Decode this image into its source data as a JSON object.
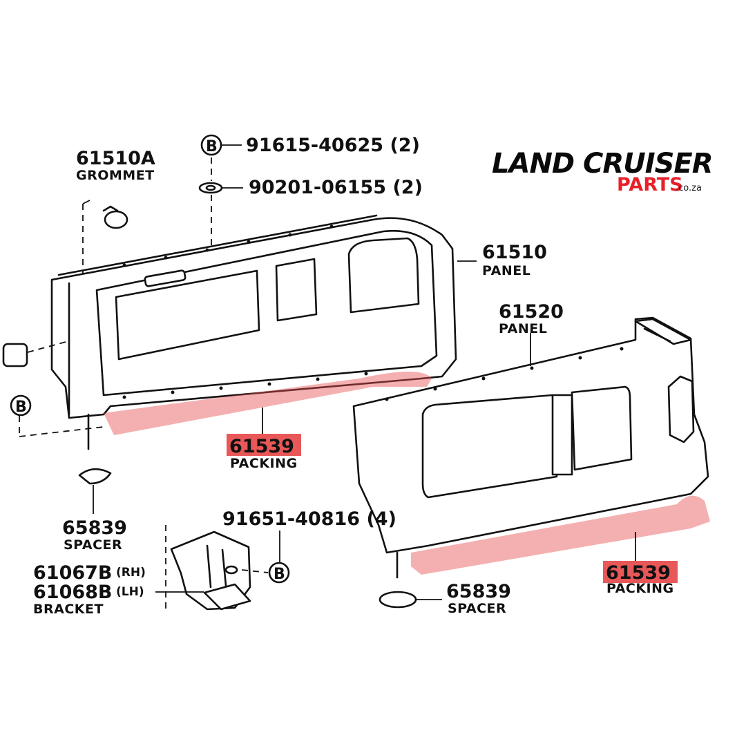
{
  "logo": {
    "line1": "LAND CRUISER",
    "line2": "PARTS",
    "suffix": ".co.za",
    "accent_color": "#e8202a"
  },
  "callouts": {
    "grommet": {
      "code": "61510A",
      "name": "GROMMET"
    },
    "bolt_top": {
      "code": "91615-40625 (2)",
      "marker": "B"
    },
    "washer_top": {
      "code": "90201-06155 (2)"
    },
    "panel_left": {
      "code": "61510",
      "name": "PANEL"
    },
    "panel_right": {
      "code": "61520",
      "name": "PANEL"
    },
    "packing_left": {
      "code": "61539",
      "name": "PACKING"
    },
    "packing_right": {
      "code": "61539",
      "name": "PACKING"
    },
    "spacer_left": {
      "code": "65839",
      "name": "SPACER"
    },
    "spacer_right": {
      "code": "65839",
      "name": "SPACER"
    },
    "bolt_bottom": {
      "code": "91651-40816 (4)",
      "marker": "B"
    },
    "bracket": {
      "code_rh": "61067B",
      "side_rh": "(RH)",
      "code_lh": "61068B",
      "side_lh": "(LH)",
      "name": "BRACKET"
    },
    "left_marker": {
      "marker": "B"
    }
  },
  "highlight_color": "#e05050"
}
